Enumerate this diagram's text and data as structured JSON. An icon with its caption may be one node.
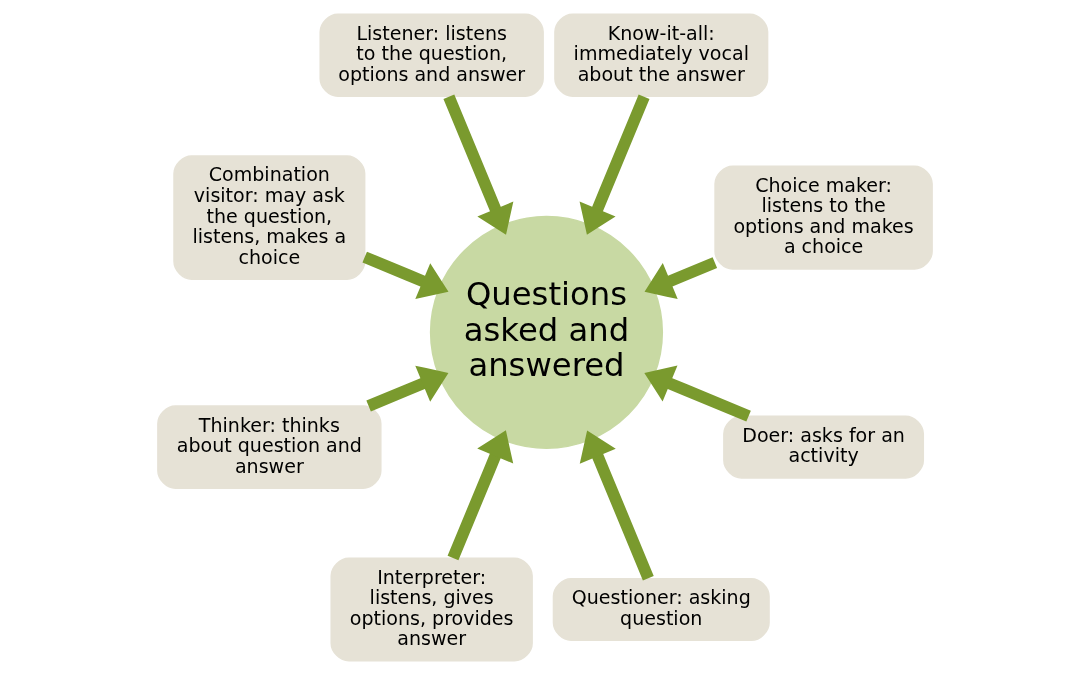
{
  "diagram": {
    "nodes": [
      {
        "text": [
          "Choice maker: listens to the options and makes a choice"
        ]
      },
      {
        "text": [
          "Know-it-all: immediately vocal about the answer"
        ]
      },
      {
        "text": [
          "Listener: listens to the question, options and answer"
        ]
      },
      {
        "text": [
          "Combination visitor: may ask the question, listens, makes a choice"
        ]
      },
      {
        "text": [
          "Thinker: thinks about question and answer"
        ]
      },
      {
        "text": [
          "Interpreter: listens, gives options, provides answer"
        ]
      },
      {
        "text": [
          "Questioner: asking question"
        ]
      },
      {
        "text": [
          "Questions asked and answered"
        ]
      },
      {
        "text": [
          "Doer: asks for an activity"
        ]
      }
    ],
    "edges": [
      {
        "from": 0,
        "to": 7,
        "arrow": "to"
      },
      {
        "from": 1,
        "to": 7,
        "arrow": "to"
      },
      {
        "from": 2,
        "to": 7,
        "arrow": "to"
      },
      {
        "from": 3,
        "to": 7,
        "arrow": "to"
      },
      {
        "from": 4,
        "to": 7,
        "arrow": "to"
      },
      {
        "from": 5,
        "to": 7,
        "arrow": "to"
      },
      {
        "from": 6,
        "to": 7,
        "arrow": "to"
      },
      {
        "from": 8,
        "to": 7,
        "arrow": "to"
      }
    ]
  }
}
